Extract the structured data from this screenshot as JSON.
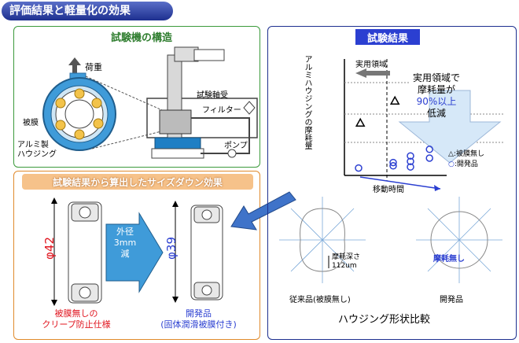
{
  "title": "評価結果と軽量化の効果",
  "structure": {
    "heading": "試験機の構造",
    "load": "荷重",
    "coating": "被膜",
    "housing": "アルミ製\nハウジング",
    "test_bearing": "試験軸受",
    "filter": "フィルター",
    "pump": "ポンプ"
  },
  "sizedown": {
    "heading": "試験結果から算出したサイズダウン効果",
    "left_dim": "φ42",
    "right_dim": "φ39",
    "arrow_text": [
      "外径",
      "3mm",
      "減"
    ],
    "left_caption": [
      "被膜無しの",
      "クリープ防止仕様"
    ],
    "right_caption": [
      "開発品",
      "(固体潤滑被膜付き)"
    ]
  },
  "results": {
    "heading": "試験結果",
    "ylabel": "アルミハウジングの摩耗量",
    "xlabel": "移動時間",
    "region_label": "実用領域",
    "callout": [
      "実用領域で",
      "摩耗量が",
      "90%以上",
      "低減"
    ],
    "legend": [
      {
        "label": ":被膜無し",
        "marker": "triangle"
      },
      {
        "label": ":開発品",
        "marker": "circle"
      }
    ],
    "depth_label": [
      "摩耗深さ",
      "112um"
    ],
    "no_wear": "摩耗無し",
    "left_shape_caption": "従来品(被膜無し)",
    "right_shape_caption": "開発品",
    "shape_title": "ハウジング形状比較"
  },
  "chart_data": {
    "type": "scatter",
    "xlabel": "移動時間",
    "ylabel": "アルミハウジングの摩耗量",
    "series": [
      {
        "name": ":被膜無し",
        "marker": "triangle",
        "x": [
          0.12,
          0.52
        ],
        "y": [
          0.42,
          0.62
        ]
      },
      {
        "name": ":開発品",
        "marker": "circle",
        "x": [
          0.1,
          0.5,
          0.5,
          0.7,
          0.7,
          0.7,
          0.92,
          0.92
        ],
        "y": [
          0.01,
          0.03,
          0.06,
          0.02,
          0.07,
          0.12,
          0.1,
          0.18
        ]
      }
    ]
  },
  "colors": {
    "accent_blue": "#1d2f8f",
    "green": "#3b9a3b",
    "orange": "#e08a2c",
    "red": "#e0141e",
    "dev_blue": "#2b3fd1"
  }
}
